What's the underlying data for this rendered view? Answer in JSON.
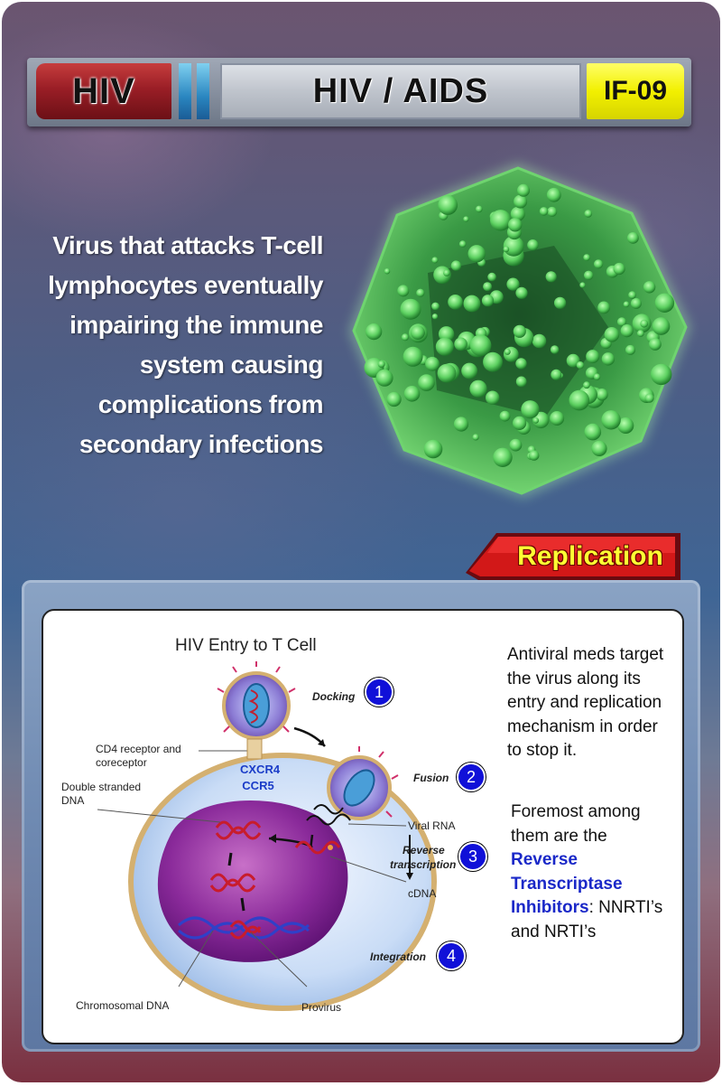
{
  "header": {
    "left_label": "HIV",
    "title": "HIV / AIDS",
    "code": "IF-09"
  },
  "description": "Virus that attacks T-cell lymphocytes eventually impairing the immune system causing complications from secondary infections",
  "badge": {
    "label": "Replication"
  },
  "diagram": {
    "title": "HIV Entry to T Cell",
    "labels": {
      "cd4": "CD4 receptor and coreceptor",
      "double_dna": "Double stranded DNA",
      "viral_rna": "Viral RNA",
      "cdna": "cDNA",
      "chromosomal": "Chromosomal DNA",
      "provirus": "Provirus"
    },
    "receptors": [
      "CXCR4",
      "CCR5"
    ],
    "steps": [
      {
        "number": "1",
        "label": "Docking"
      },
      {
        "number": "2",
        "label": "Fusion"
      },
      {
        "number": "3",
        "label_line1": "Reverse",
        "label_line2": "transcription"
      },
      {
        "number": "4",
        "label": "Integration"
      }
    ]
  },
  "side_text": {
    "para1": "Antiviral meds target the virus along its entry and replication mechanism in order to stop it.",
    "para2_prefix": "Foremost among them are the",
    "para2_highlight": "Reverse Transcriptase Inhibitors",
    "para2_suffix": ": NNRTI’s and NRTI’s"
  },
  "colors": {
    "header_red": "#9a1e26",
    "header_yellow": "#f2f000",
    "virus_green": "#3fb84a",
    "step_blue": "#1010d8",
    "highlight_blue": "#1a28c8",
    "badge_text": "#ffff33"
  }
}
